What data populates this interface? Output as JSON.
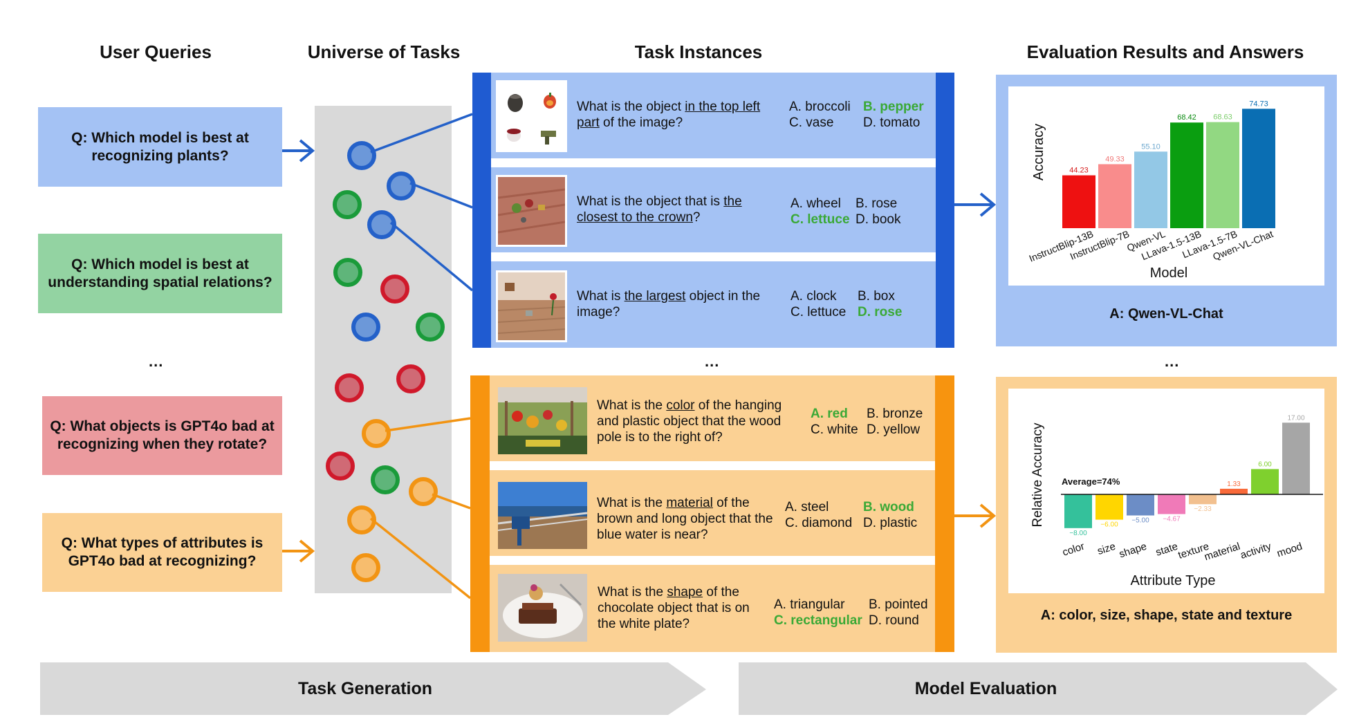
{
  "headers": {
    "user_queries": "User Queries",
    "universe": "Universe of Tasks",
    "instances": "Task Instances",
    "results": "Evaluation Results and Answers"
  },
  "queries": [
    {
      "text": "Q: Which model is best at recognizing plants?",
      "color": "#a4c2f4"
    },
    {
      "text": "Q: Which model is best at understanding spatial relations?",
      "color": "#93d3a2"
    },
    {
      "text": "Q: What objects is GPT4o bad at recognizing when they rotate?",
      "color": "#eb9a9e"
    },
    {
      "text": "Q: What types of attributes is GPT4o bad at recognizing?",
      "color": "#fbd194"
    }
  ],
  "ellipsis": "...",
  "colors": {
    "blue_panel": "#a4c2f4",
    "blue_bar": "#1f5bd1",
    "orange_panel": "#fbd194",
    "orange_bar": "#f7940f",
    "gray_universe": "#d9d9d9",
    "correct_green": "#3aa936"
  },
  "blue_tasks": [
    {
      "q_pre": "What is the object ",
      "q_u": "in the top left part",
      "q_post": " of the image?",
      "opts": [
        "A. broccoli",
        "B. pepper",
        "C. vase",
        "D. tomato"
      ],
      "correct": 1
    },
    {
      "q_pre": "What is the object that is ",
      "q_u": "the closest to the crown",
      "q_post": "?",
      "opts": [
        "A. wheel",
        "B. rose",
        "C. lettuce",
        "D. book"
      ],
      "correct": 2
    },
    {
      "q_pre": "What is ",
      "q_u": "the largest",
      "q_post": " object in the image?",
      "opts": [
        "A. clock",
        "B. box",
        "C. lettuce",
        "D. rose"
      ],
      "correct": 3
    }
  ],
  "orange_tasks": [
    {
      "q_pre": "What is the ",
      "q_u": "color",
      "q_post": " of the hanging and plastic object that the wood pole is to the right of?",
      "opts": [
        "A. red",
        "B. bronze",
        "C. white",
        "D. yellow"
      ],
      "correct": 0
    },
    {
      "q_pre": "What is the ",
      "q_u": "material",
      "q_post": " of the brown and long object that the blue water is near?",
      "opts": [
        "A. steel",
        "B. wood",
        "C. diamond",
        "D. plastic"
      ],
      "correct": 1
    },
    {
      "q_pre": "What is the ",
      "q_u": "shape",
      "q_post": " of the chocolate object that is on the white plate?",
      "opts": [
        "A. triangular",
        "B. pointed",
        "C. rectangular",
        "D. round"
      ],
      "correct": 2
    }
  ],
  "answers": {
    "blue": "A: Qwen-VL-Chat",
    "orange": "A: color, size, shape, state and texture"
  },
  "bands": {
    "left": "Task Generation",
    "right": "Model Evaluation"
  },
  "chart_data": [
    {
      "type": "bar",
      "xlabel": "Model",
      "ylabel": "Accuracy",
      "categories": [
        "InstructBlip-13B",
        "InstructBlip-7B",
        "Qwen-VL",
        "LLava-1.5-13B",
        "LLava-1.5-7B",
        "Qwen-VL-Chat"
      ],
      "values": [
        44.23,
        49.33,
        55.1,
        68.42,
        68.63,
        74.73
      ],
      "value_labels": [
        "44.23",
        "49.33",
        "55.10",
        "68.42",
        "68.63",
        "74.73"
      ],
      "colors": [
        "#ee1111",
        "#f98c8c",
        "#93c8e6",
        "#0a9e10",
        "#92d882",
        "#0a6eb3"
      ],
      "label_colors": [
        "#d61a1a",
        "#f07777",
        "#6fa9cf",
        "#0a8a10",
        "#7ccd6b",
        "#0a6eb3"
      ],
      "ylim": [
        20,
        78
      ]
    },
    {
      "type": "bar",
      "xlabel": "Attribute Type",
      "ylabel": "Relative Accuracy",
      "annotation": "Average=74%",
      "categories": [
        "color",
        "size",
        "shape",
        "state",
        "texture",
        "material",
        "activity",
        "mood"
      ],
      "values": [
        -8.0,
        -6.0,
        -5.0,
        -4.67,
        -2.33,
        1.33,
        6.0,
        17.0
      ],
      "value_labels": [
        "−8.00",
        "−6.00",
        "−5.00",
        "−4.67",
        "−2.33",
        "1.33",
        "6.00",
        "17.00"
      ],
      "colors": [
        "#34c19b",
        "#ffd600",
        "#6c8dc6",
        "#f07ab8",
        "#f2c08f",
        "#f96a3a",
        "#7fd02e",
        "#a6a6a6"
      ],
      "ylim": [
        -9,
        18
      ]
    }
  ]
}
